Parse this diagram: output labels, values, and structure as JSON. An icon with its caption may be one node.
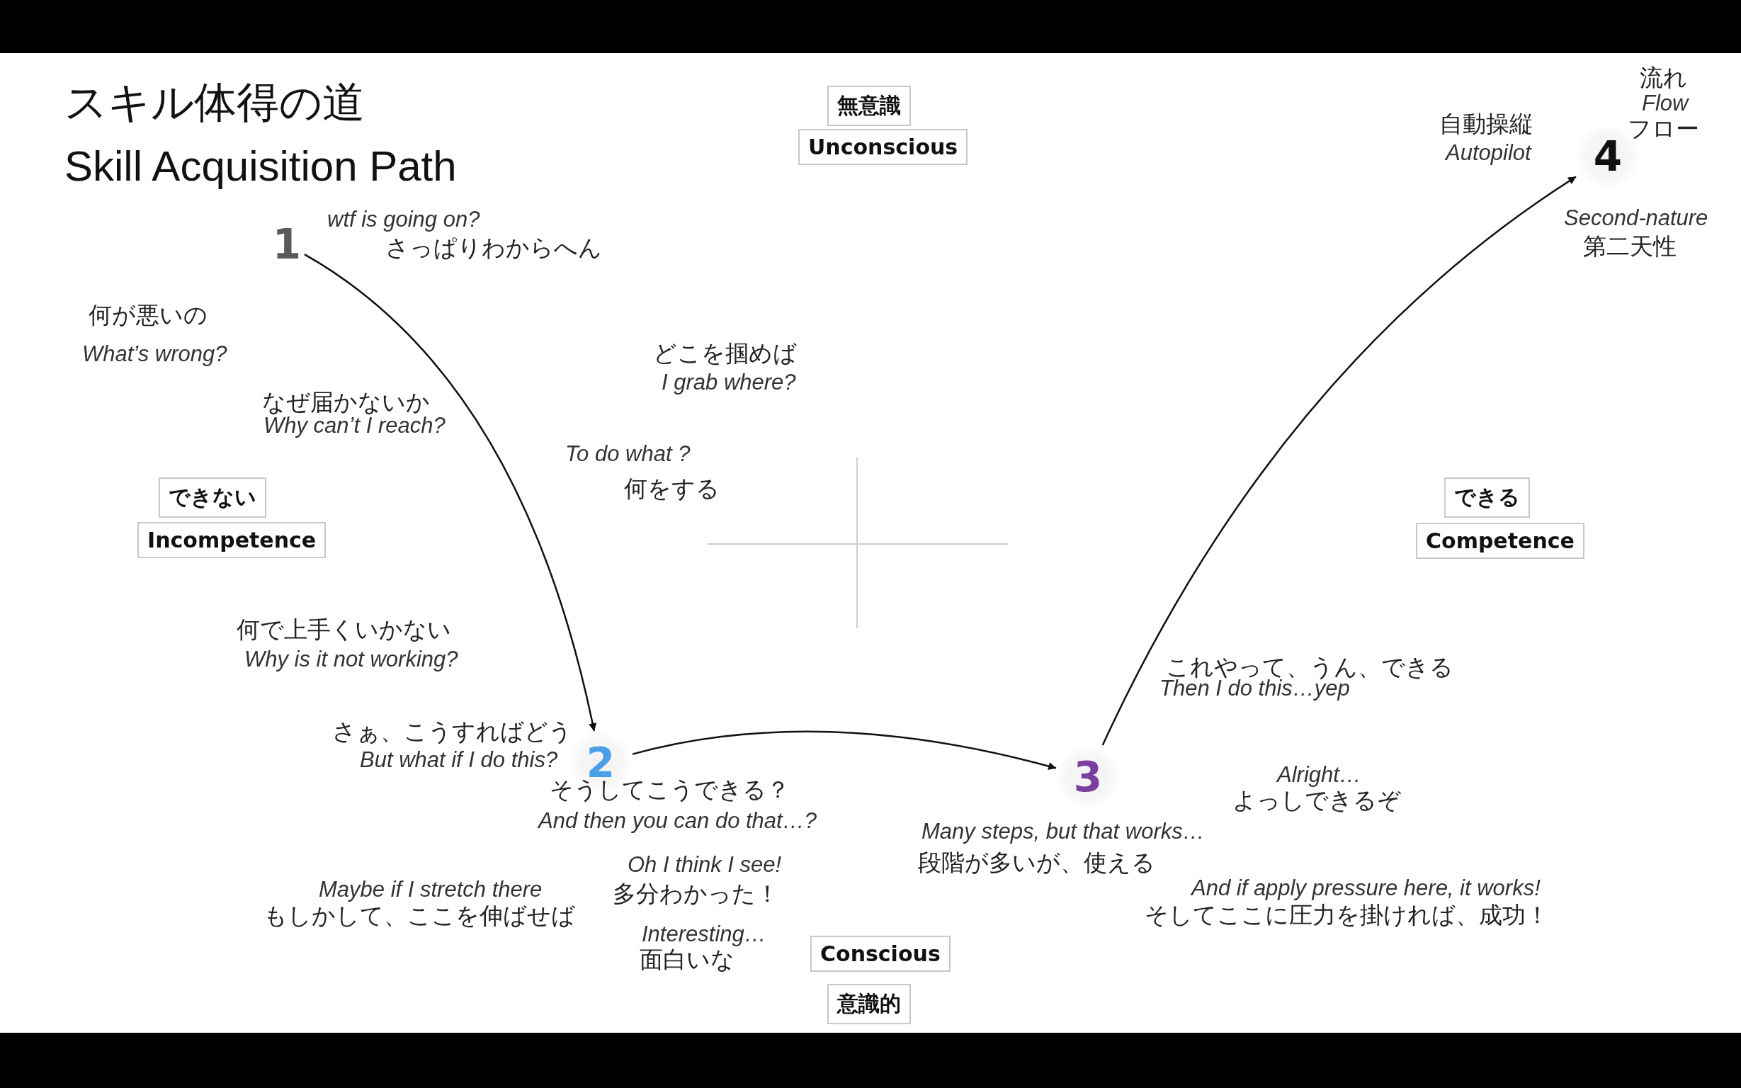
{
  "diagram": {
    "title": "スキル体得の道",
    "nodes": [
      {
        "text": [
          "無意識"
        ]
      },
      {
        "text": [
          "Unconscious"
        ]
      },
      {
        "text": [
          "できない"
        ]
      },
      {
        "text": [
          "Incompetence"
        ]
      },
      {
        "text": [
          "できる"
        ]
      },
      {
        "text": [
          "Competence"
        ]
      },
      {
        "text": [
          "1"
        ]
      },
      {
        "text": [
          "2"
        ]
      },
      {
        "text": [
          "3"
        ]
      },
      {
        "text": [
          "4"
        ]
      },
      {
        "text": [
          "Conscious"
        ]
      },
      {
        "text": [
          "意識的"
        ]
      }
    ],
    "edges": [
      {
        "from": 6,
        "to": 7,
        "arrow": "to"
      },
      {
        "from": 7,
        "to": 8,
        "arrow": "to"
      },
      {
        "from": 8,
        "to": 9,
        "arrow": "to"
      }
    ],
    "labels": [
      "Skill Acquisition Path",
      "流れ",
      "Flow",
      "フロー",
      "自動操縦",
      "Autopilot",
      "Second-nature",
      "第二天性",
      "wtf is going on?",
      "さっぱりわからへん",
      "何が悪いの",
      "What’s wrong?",
      "どこを掴めば",
      "I grab where?",
      "なぜ届かないか",
      "Why can’t I reach?",
      "To do what ?",
      "何をする",
      "何で上手くいかない",
      "Why is it not working?",
      "これやって、うん、できる",
      "Then I do this…yep",
      "さぁ、こうすればどう",
      "But what if I do this?",
      "そうしてこうできる？",
      "And then you can do that…?",
      "Alright…",
      "よっしできるぞ",
      "Many steps, but that works…",
      "段階が多いが、使える",
      "Oh I think I see!",
      "多分わかった！",
      "Maybe if I stretch there",
      "もしかして、ここを伸ばせば",
      "And if apply pressure here, it works!",
      "そしてここに圧力を掛ければ、成功！",
      "Interesting…",
      "面白いな"
    ]
  }
}
